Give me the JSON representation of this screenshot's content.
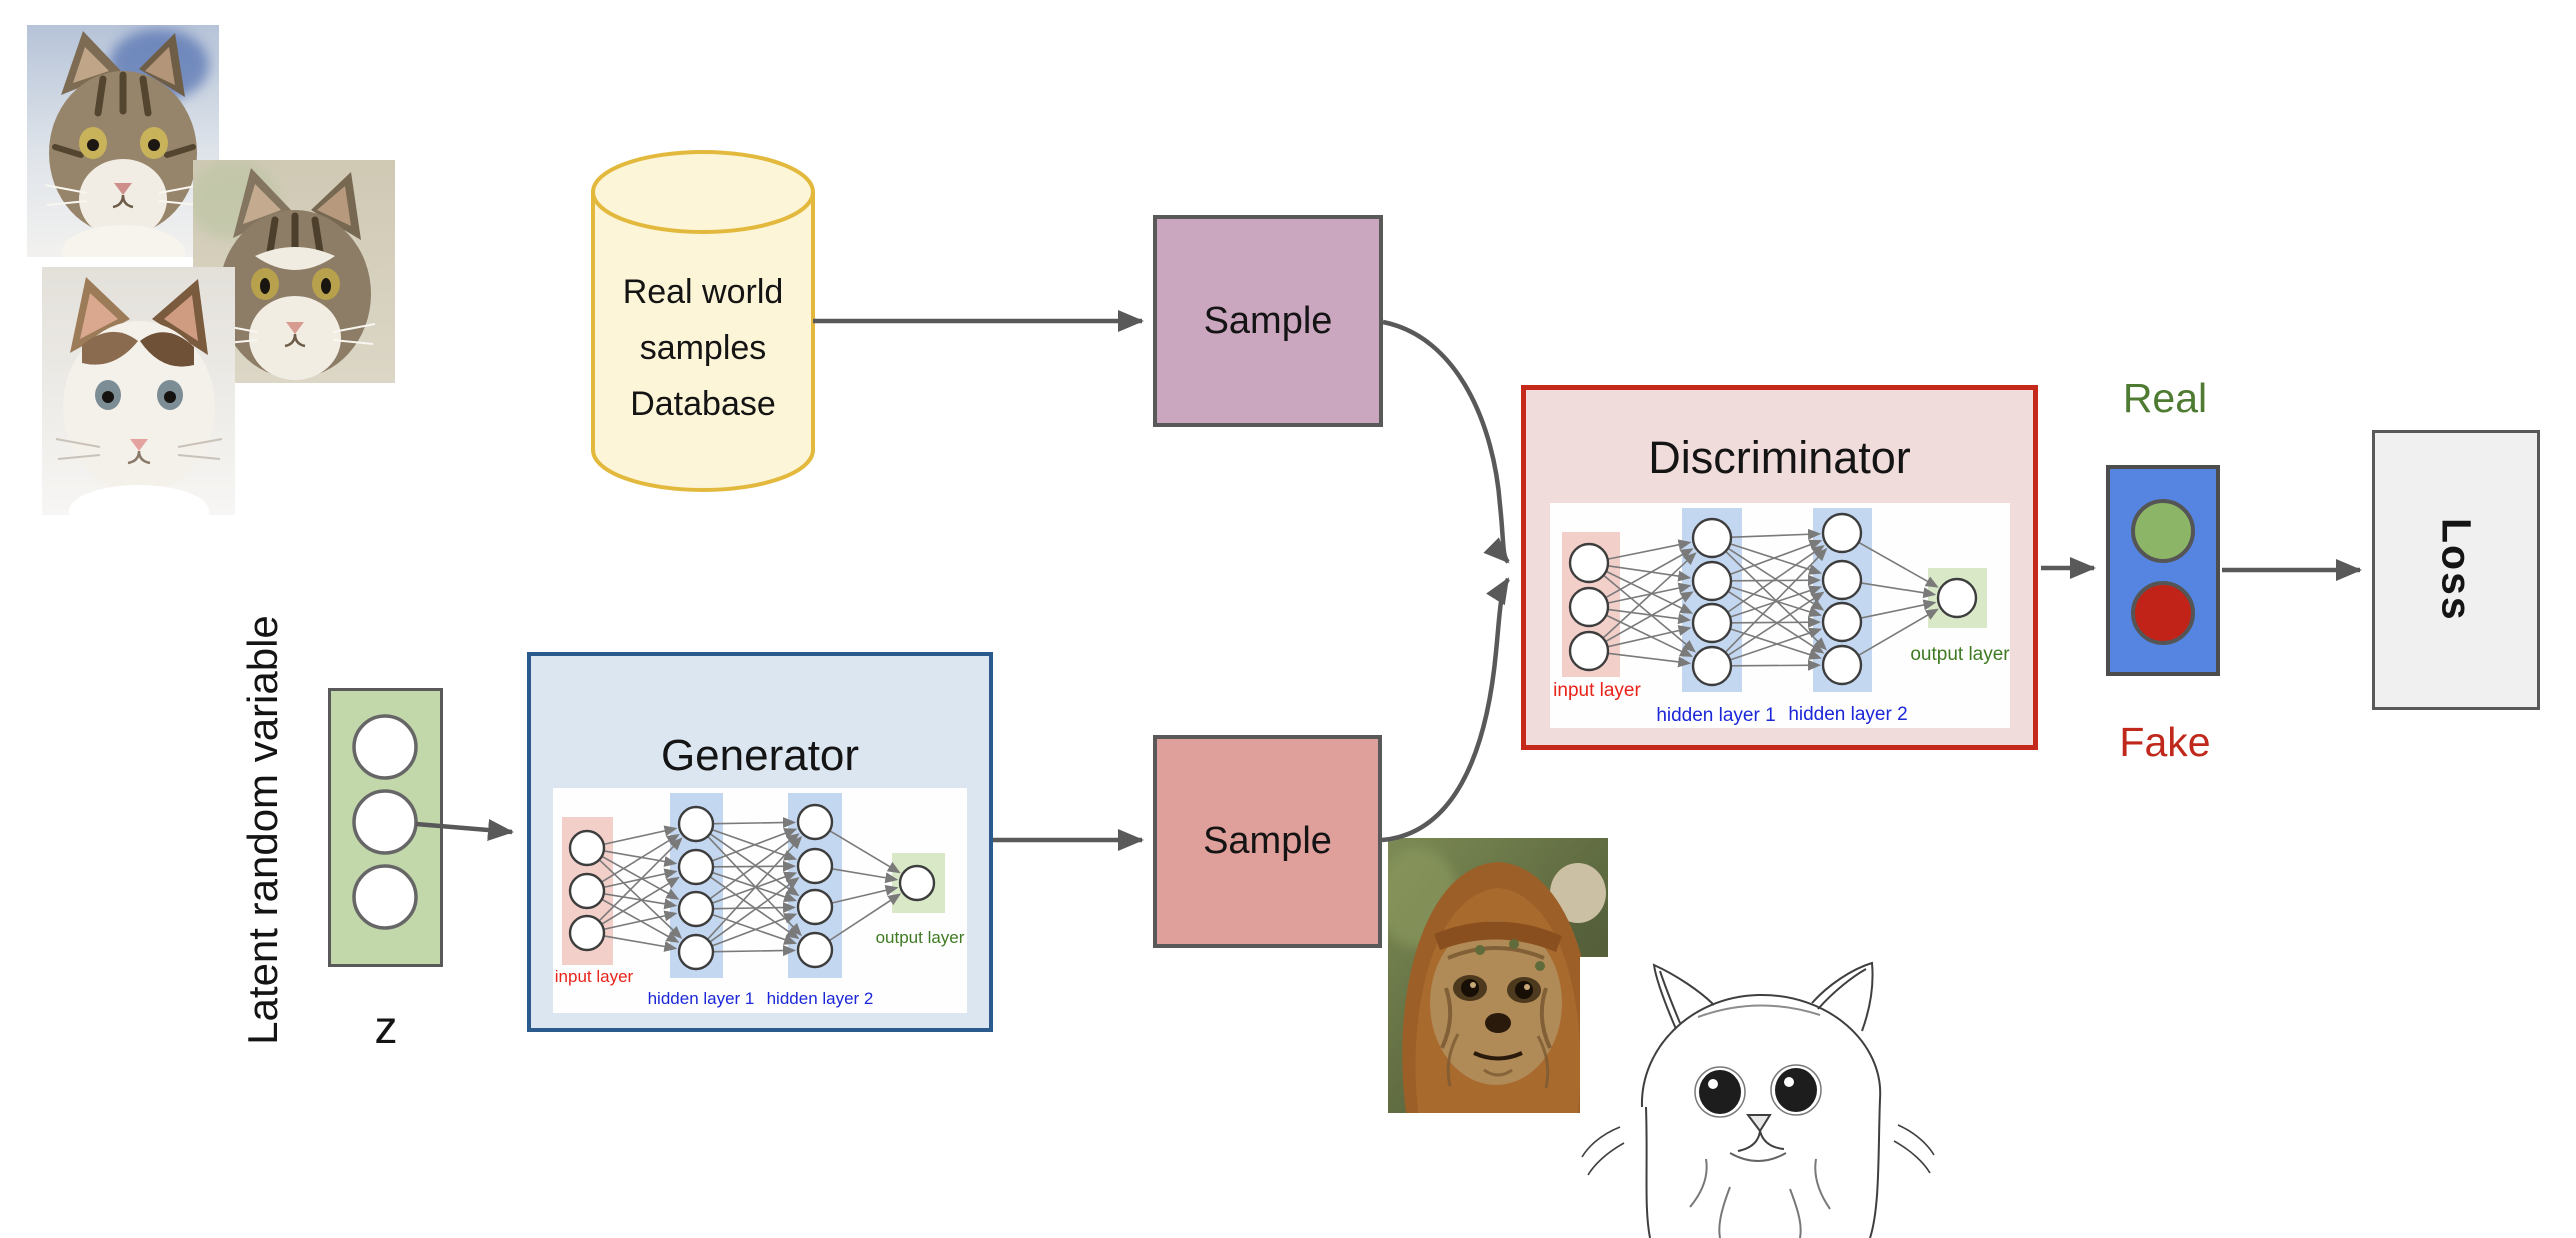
{
  "diagram": {
    "database": {
      "lines": [
        "Real world",
        "samples",
        "Database"
      ]
    },
    "sample_top": {
      "label": "Sample"
    },
    "sample_bottom": {
      "label": "Sample"
    },
    "latent": {
      "caption": "Latent random variable",
      "symbol": "z"
    },
    "generator": {
      "title": "Generator",
      "input_label": "input layer",
      "hidden1_label": "hidden layer 1",
      "hidden2_label": "hidden layer 2",
      "output_label": "output layer"
    },
    "discriminator": {
      "title": "Discriminator",
      "input_label": "input layer",
      "hidden1_label": "hidden layer 1",
      "hidden2_label": "hidden layer 2",
      "output_label": "output layer"
    },
    "decision": {
      "real": "Real",
      "fake": "Fake"
    },
    "loss": {
      "label": "Loss"
    },
    "images": {
      "real_photo_1": "tabby-kitten-photo",
      "real_photo_2": "tabby-cat-photo",
      "real_photo_3": "white-brown-kitten-photo",
      "fake_sample_1": "ewok-photo",
      "fake_sample_2": "cat-pencil-sketch"
    },
    "colors": {
      "db_fill": "#fdf5d7",
      "db_border": "#e3b93d",
      "generator_fill": "#dce6f1",
      "generator_border": "#2a5b8c",
      "discriminator_fill": "#f0dcda",
      "discriminator_border": "#c5291c",
      "sample_top_fill": "#cba7bf",
      "sample_bottom_fill": "#df9f9a",
      "latent_fill": "#c2d8ab",
      "decision_fill": "#5585e0",
      "real_circle": "#8cb567",
      "fake_circle": "#c22318",
      "real_text": "#4e7b31",
      "fake_text": "#c0281c",
      "loss_fill": "#f0f0f0",
      "arrow": "#595959",
      "input_rect": "#f2cfc9",
      "hidden_rect": "#c4d7f0",
      "output_rect": "#d9e9c8"
    }
  }
}
